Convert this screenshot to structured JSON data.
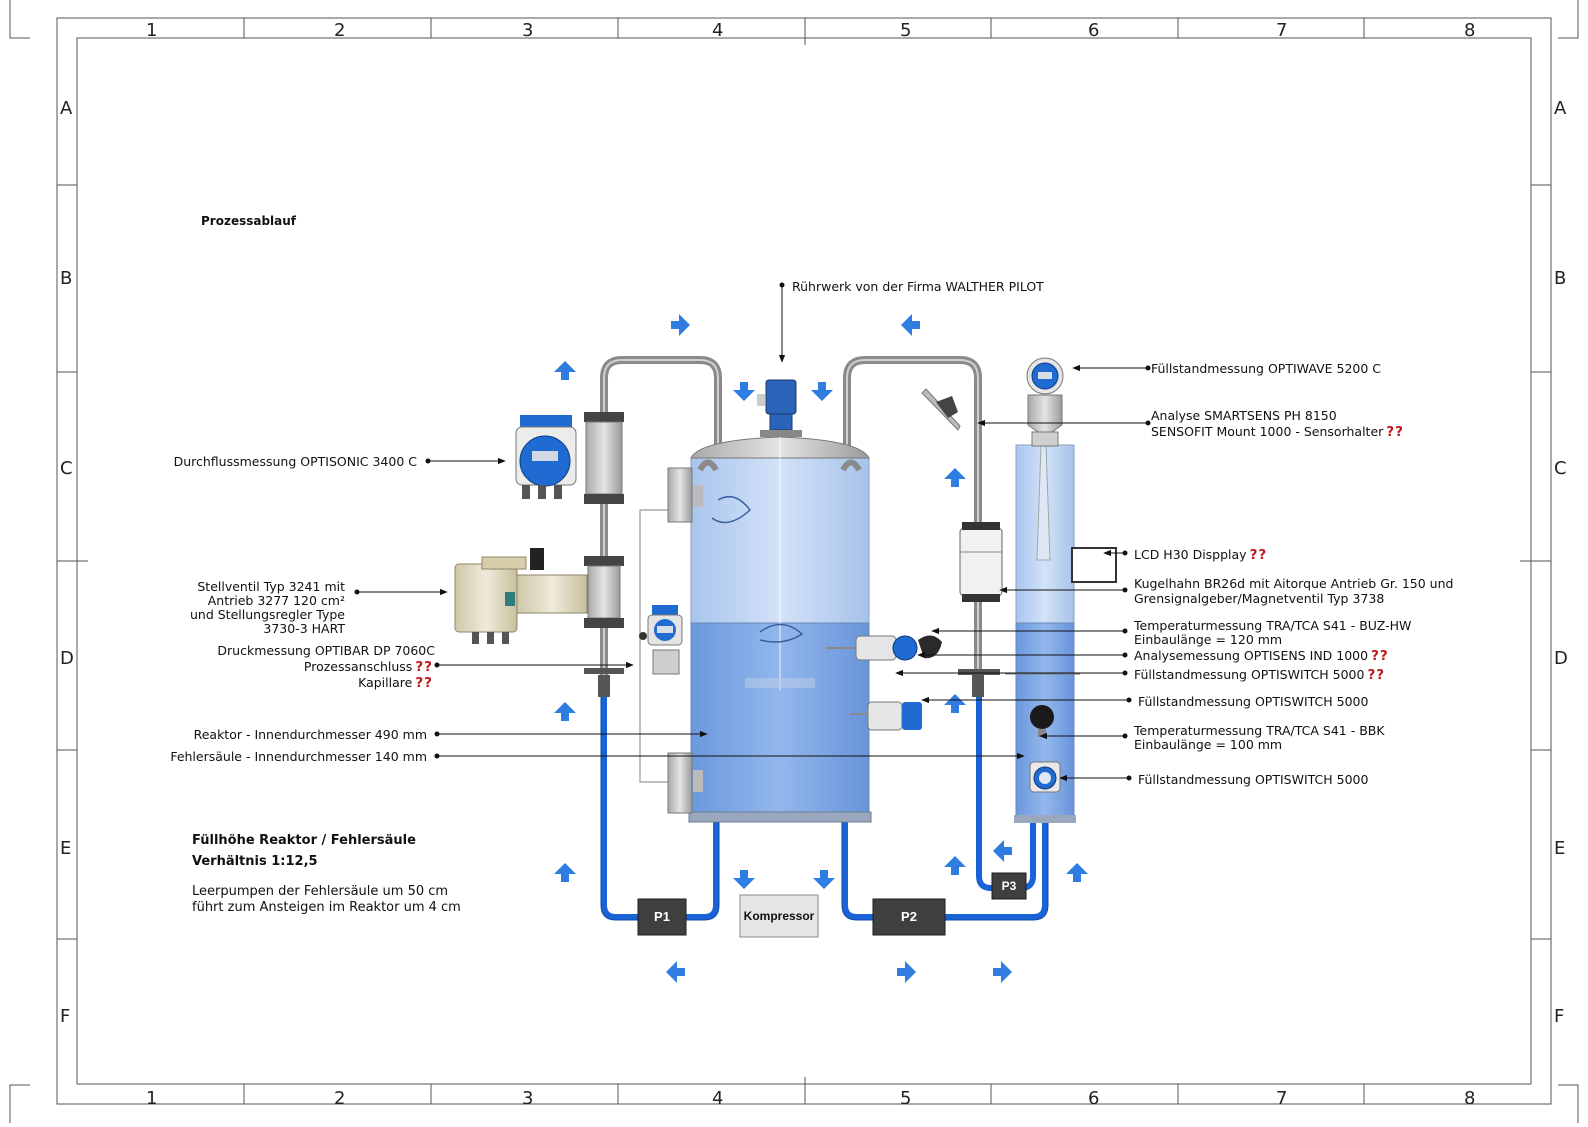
{
  "sheet": {
    "columns": [
      "1",
      "2",
      "3",
      "4",
      "5",
      "6",
      "7",
      "8"
    ],
    "rows": [
      "A",
      "B",
      "C",
      "D",
      "E",
      "F"
    ]
  },
  "title": "Prozessablauf",
  "labels": {
    "ruehrwerk": "Rührwerk von der Firma WALTHER PILOT",
    "optiwave": "Füllstandmessung OPTIWAVE 5200 C",
    "smartsens_1": "Analyse SMARTSENS PH 8150",
    "smartsens_2": "SENSOFIT Mount 1000 - Sensorhalter",
    "optisonic": "Durchflussmessung OPTISONIC 3400 C",
    "lcd": "LCD H30 Dispplay",
    "kugelhahn_1": "Kugelhahn BR26d mit Aitorque Antrieb Gr. 150 und",
    "kugelhahn_2": "Grensignalgeber/Magnetventil Typ 3738",
    "stellventil_1": "Stellventil Typ 3241 mit",
    "stellventil_2": "Antrieb 3277 120 cm²",
    "stellventil_3": "und Stellungsregler Type",
    "stellventil_4": "3730-3 HART",
    "optibar_1": "Druckmessung OPTIBAR DP 7060C",
    "optibar_2": "Prozessanschluss",
    "optibar_3": "Kapillare",
    "temp_buz_1": "Temperaturmessung TRA/TCA S41 - BUZ-HW",
    "temp_buz_2": "Einbaulänge = 120 mm",
    "optisens": "Analysemessung OPTISENS IND 1000",
    "optiswitch_1": "Füllstandmessung OPTISWITCH 5000",
    "optiswitch_2": "Füllstandmessung OPTISWITCH 5000",
    "temp_bbk_1": "Temperaturmessung TRA/TCA S41 - BBK",
    "temp_bbk_2": "Einbaulänge = 100 mm",
    "optiswitch_3": "Füllstandmessung OPTISWITCH 5000",
    "reaktor": "Reaktor - Innendurchmesser 490 mm",
    "fehlersaeule": "Fehlersäule - Innendurchmesser 140 mm",
    "question": "??"
  },
  "notes": {
    "heading_1": "Füllhöhe Reaktor / Fehlersäule",
    "heading_2": "Verhältnis 1:12,5",
    "text_1": "Leerpumpen der Fehlersäule um 50 cm",
    "text_2": "führt zum Ansteigen im Reaktor um 4 cm"
  },
  "equipment": {
    "p1": "P1",
    "p2": "P2",
    "p3": "P3",
    "kompressor": "Kompressor"
  },
  "colors": {
    "flow_arrow": "#2f7de1",
    "water": "#7aa6e6",
    "tank_empty": "#c5d9f5",
    "pipe_blue": "#1a63d6",
    "pipe_gray": "#8a8a8a",
    "pump": "#3f3f3f",
    "question_mark": "#c0171b"
  }
}
